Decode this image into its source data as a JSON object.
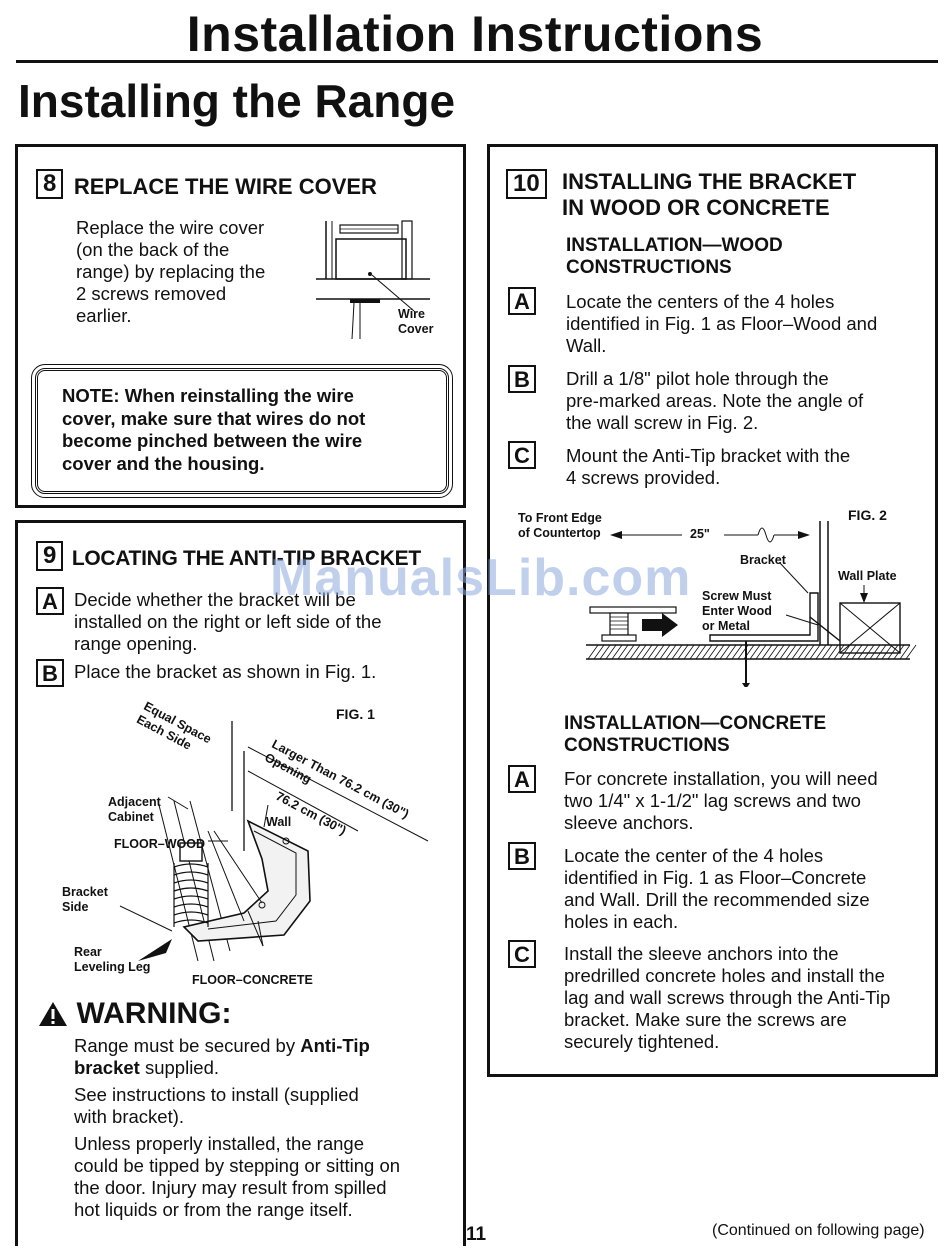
{
  "header": {
    "title": "Installation Instructions",
    "section_title": "Installing the Range"
  },
  "step8": {
    "num": "8",
    "title": "REPLACE THE WIRE COVER",
    "body": [
      "Replace the wire cover",
      "(on the back of the",
      "range) by replacing the",
      "2 screws removed",
      "earlier."
    ],
    "fig_label": [
      "Wire",
      "Cover"
    ],
    "note": [
      "NOTE: When reinstalling the wire",
      "cover, make sure that wires do not",
      "become pinched between the wire",
      "cover and the housing."
    ]
  },
  "step9": {
    "num": "9",
    "title": "LOCATING THE ANTI-TIP BRACKET",
    "a_letter": "A",
    "a_text": [
      "Decide whether the bracket will be",
      "installed on the right or left side of the",
      "range opening."
    ],
    "b_letter": "B",
    "b_text": "Place the bracket as shown in Fig. 1.",
    "fig": {
      "title": "FIG. 1",
      "equal_space": [
        "Equal Space",
        "Each Side"
      ],
      "larger": [
        "Larger Than 76.2 cm (30\")",
        "Opening"
      ],
      "dim": "76.2 cm (30\")",
      "adjacent": [
        "Adjacent",
        "Cabinet"
      ],
      "wall": "Wall",
      "floor_wood": "FLOOR–WOOD",
      "bracket_side": [
        "Bracket",
        "Side"
      ],
      "rear_leg": [
        "Rear",
        "Leveling Leg"
      ],
      "floor_concrete": "FLOOR–CONCRETE"
    },
    "warning_title": "WARNING:",
    "warning_p1_pre": "Range must be secured by ",
    "warning_p1_bold1": "Anti-Tip",
    "warning_p1_bold2": "bracket",
    "warning_p1_post": " supplied.",
    "warning_p2": [
      "See instructions to install (supplied",
      "with bracket)."
    ],
    "warning_p3": [
      "Unless properly installed, the range",
      "could be tipped by stepping or sitting on",
      "the door. Injury may result from spilled",
      "hot liquids or from the range itself."
    ]
  },
  "step10": {
    "num": "10",
    "title": [
      "INSTALLING THE BRACKET",
      "IN WOOD OR CONCRETE"
    ],
    "wood_heading": [
      "INSTALLATION—WOOD",
      "CONSTRUCTIONS"
    ],
    "wood_a": [
      "Locate the centers of the 4 holes",
      "identified in Fig. 1 as Floor–Wood and",
      "Wall."
    ],
    "wood_b": [
      "Drill a 1/8\" pilot hole through the",
      "pre-marked areas. Note the angle of",
      "the wall screw in Fig. 2."
    ],
    "wood_c": [
      "Mount the Anti-Tip bracket with the",
      "4 screws provided."
    ],
    "fig2": {
      "title": "FIG. 2",
      "front_edge": [
        "To Front Edge",
        "of Countertop"
      ],
      "dim": "25\"",
      "bracket": "Bracket",
      "wall_plate": "Wall Plate",
      "screw": [
        "Screw Must",
        "Enter Wood",
        "or Metal"
      ]
    },
    "concrete_heading": [
      "INSTALLATION—CONCRETE",
      "CONSTRUCTIONS"
    ],
    "concrete_a": [
      "For concrete installation, you will need",
      "two 1/4\" x 1-1/2\" lag screws and two",
      "sleeve anchors."
    ],
    "concrete_b": [
      "Locate the center of the 4 holes",
      "identified in Fig. 1 as Floor–Concrete",
      "and Wall. Drill the recommended size",
      "holes in each."
    ],
    "concrete_c": [
      "Install the sleeve anchors into the",
      "predrilled concrete holes and install the",
      "lag and wall screws through the Anti-Tip",
      "bracket. Make sure the screws are",
      "securely tightened."
    ],
    "letters": [
      "A",
      "B",
      "C"
    ]
  },
  "footer": {
    "page": "11",
    "continued": "(Continued on following page)",
    "watermark": "ManualsLib.com"
  }
}
